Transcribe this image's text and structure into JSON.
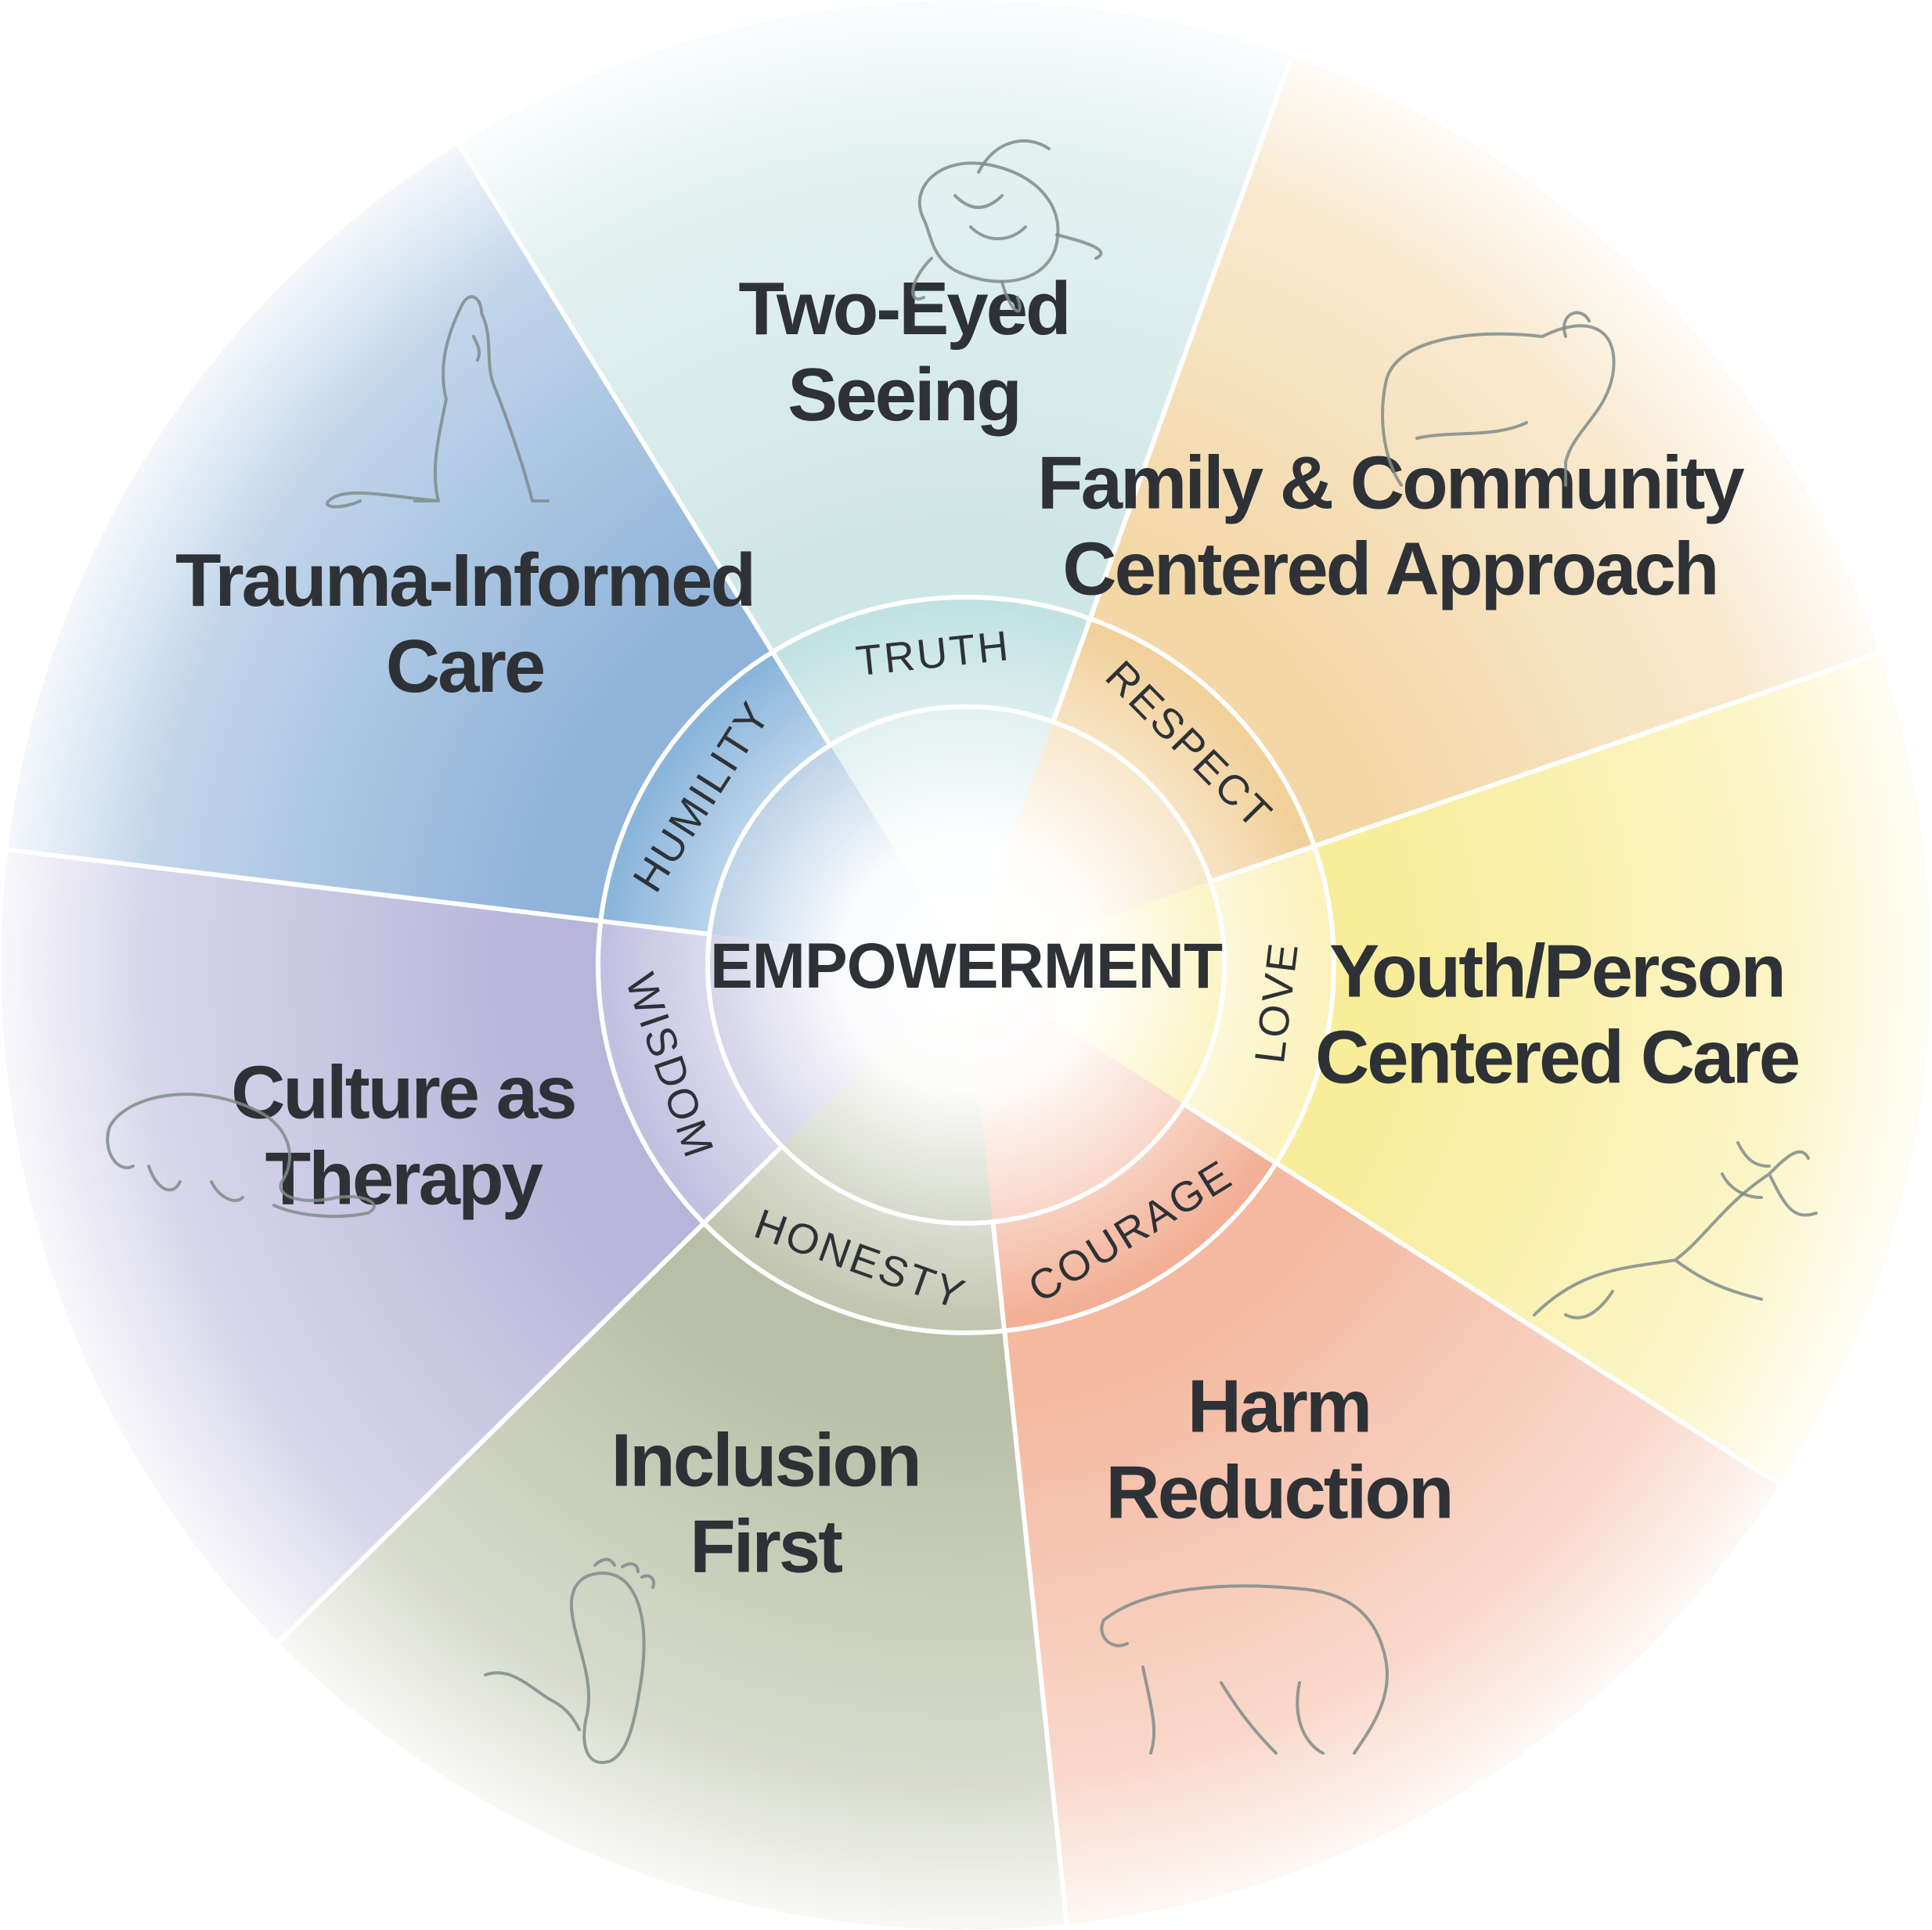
{
  "center": {
    "label": "EMPOWERMENT"
  },
  "segments": [
    {
      "id": "two-eyed-seeing",
      "lines": [
        "Two-Eyed",
        "Seeing"
      ],
      "value": "TRUTH",
      "color": "#cfe6e6",
      "ring_color": "#bfe0e0",
      "icon": "turtle-icon"
    },
    {
      "id": "family-community",
      "lines": [
        "Family & Community",
        "Centered Approach"
      ],
      "value": "RESPECT",
      "color": "#f3d7a6",
      "ring_color": "#f0cf96",
      "icon": "bison-icon"
    },
    {
      "id": "youth-person",
      "lines": [
        "Youth/Person",
        "Centered Care"
      ],
      "value": "LOVE",
      "color": "#f8ed9a",
      "ring_color": "#fbf2c4",
      "icon": "eagle-icon"
    },
    {
      "id": "harm-reduction",
      "lines": [
        "Harm",
        "Reduction"
      ],
      "value": "COURAGE",
      "color": "#f4b9a0",
      "ring_color": "#f1ad93",
      "icon": "bear-icon"
    },
    {
      "id": "inclusion-first",
      "lines": [
        "Inclusion",
        "First"
      ],
      "value": "HONESTY",
      "color": "#b8bfa6",
      "ring_color": "#c3c7b2",
      "icon": "footprint-icon"
    },
    {
      "id": "culture-therapy",
      "lines": [
        "Culture as",
        "Therapy"
      ],
      "value": "WISDOM",
      "color": "#b7b5d9",
      "ring_color": "#c4c2e0",
      "icon": "beaver-icon"
    },
    {
      "id": "trauma-informed",
      "lines": [
        "Trauma-Informed",
        "Care"
      ],
      "value": "HUMILITY",
      "color": "#8fb3d9",
      "ring_color": "#8ab5da",
      "icon": "wolf-icon"
    }
  ]
}
